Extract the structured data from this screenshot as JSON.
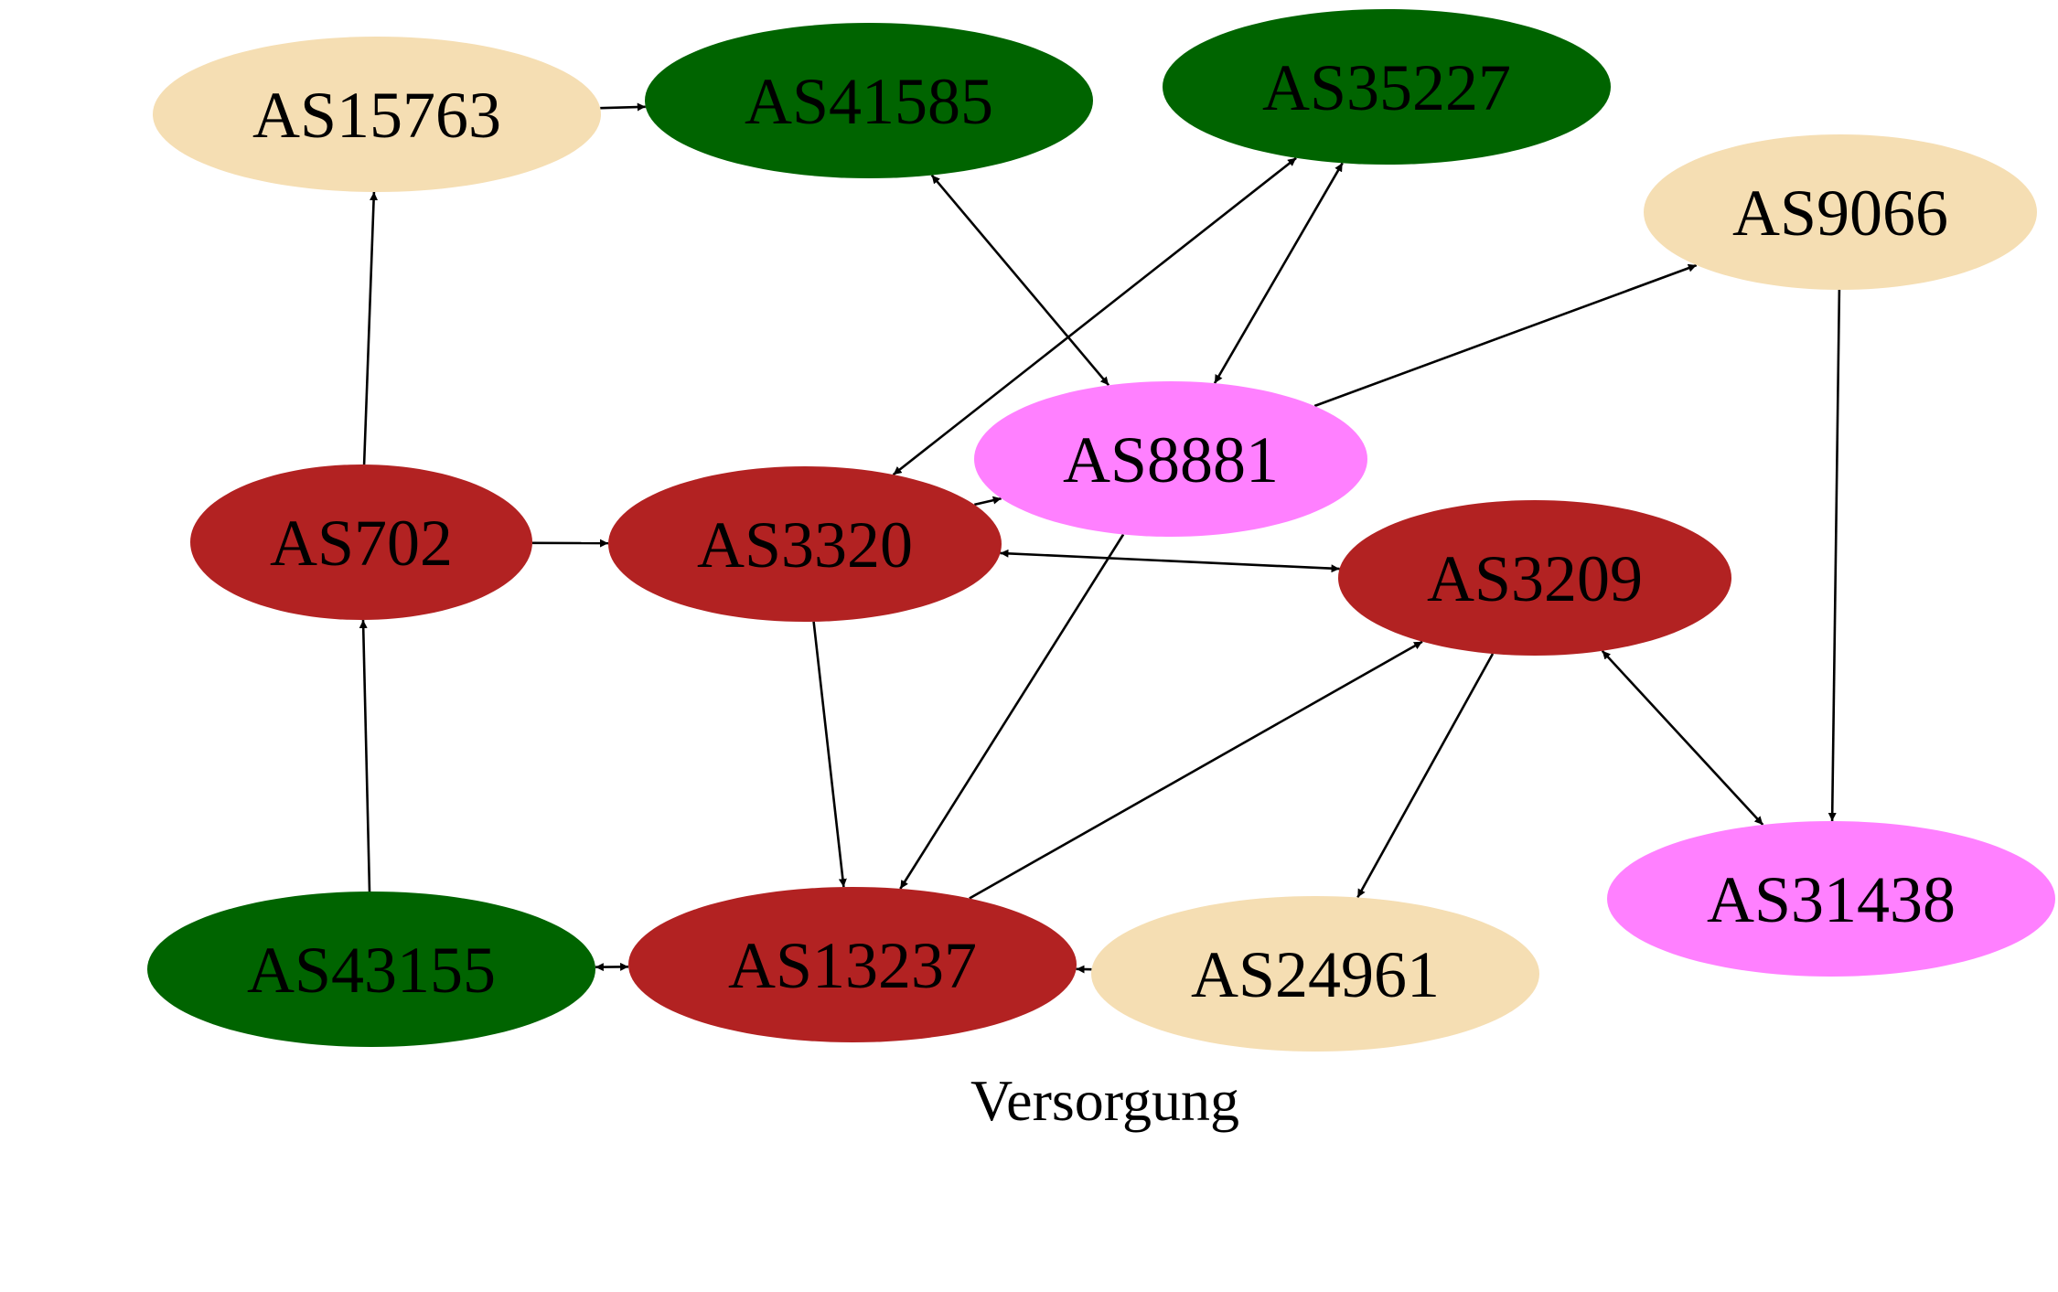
{
  "caption": "Versorgung",
  "colors": {
    "red": "#b22222",
    "green": "#006400",
    "wheat": "#f5deb3",
    "violet": "#ff80ff",
    "edge": "#000000"
  },
  "nodes": [
    {
      "id": "AS15763",
      "label": "AS15763",
      "color": "wheat"
    },
    {
      "id": "AS41585",
      "label": "AS41585",
      "color": "green"
    },
    {
      "id": "AS35227",
      "label": "AS35227",
      "color": "green"
    },
    {
      "id": "AS9066",
      "label": "AS9066",
      "color": "wheat"
    },
    {
      "id": "AS8881",
      "label": "AS8881",
      "color": "violet"
    },
    {
      "id": "AS702",
      "label": "AS702",
      "color": "red"
    },
    {
      "id": "AS3320",
      "label": "AS3320",
      "color": "red"
    },
    {
      "id": "AS3209",
      "label": "AS3209",
      "color": "red"
    },
    {
      "id": "AS31438",
      "label": "AS31438",
      "color": "violet"
    },
    {
      "id": "AS43155",
      "label": "AS43155",
      "color": "green"
    },
    {
      "id": "AS13237",
      "label": "AS13237",
      "color": "red"
    },
    {
      "id": "AS24961",
      "label": "AS24961",
      "color": "wheat"
    }
  ],
  "edges": [
    {
      "from": "AS15763",
      "to": "AS41585",
      "direction": "forward"
    },
    {
      "from": "AS702",
      "to": "AS15763",
      "direction": "forward"
    },
    {
      "from": "AS702",
      "to": "AS3320",
      "direction": "forward"
    },
    {
      "from": "AS43155",
      "to": "AS702",
      "direction": "forward"
    },
    {
      "from": "AS41585",
      "to": "AS8881",
      "direction": "both"
    },
    {
      "from": "AS35227",
      "to": "AS3320",
      "direction": "both"
    },
    {
      "from": "AS35227",
      "to": "AS8881",
      "direction": "both"
    },
    {
      "from": "AS8881",
      "to": "AS9066",
      "direction": "forward"
    },
    {
      "from": "AS3320",
      "to": "AS8881",
      "direction": "forward"
    },
    {
      "from": "AS3320",
      "to": "AS3209",
      "direction": "both"
    },
    {
      "from": "AS3320",
      "to": "AS13237",
      "direction": "forward"
    },
    {
      "from": "AS8881",
      "to": "AS13237",
      "direction": "forward"
    },
    {
      "from": "AS13237",
      "to": "AS3209",
      "direction": "forward"
    },
    {
      "from": "AS3209",
      "to": "AS24961",
      "direction": "forward"
    },
    {
      "from": "AS3209",
      "to": "AS31438",
      "direction": "both"
    },
    {
      "from": "AS9066",
      "to": "AS31438",
      "direction": "forward"
    },
    {
      "from": "AS24961",
      "to": "AS13237",
      "direction": "forward"
    },
    {
      "from": "AS13237",
      "to": "AS43155",
      "direction": "both"
    }
  ]
}
